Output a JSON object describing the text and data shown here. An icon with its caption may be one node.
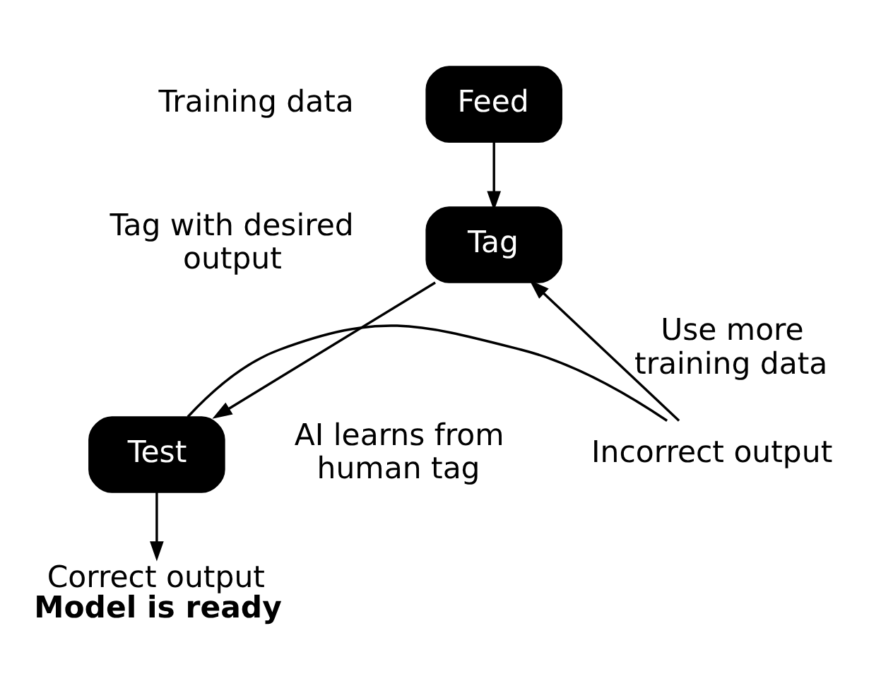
{
  "diagram": {
    "nodes": [
      {
        "text": [
          "Feed"
        ],
        "beside": [
          "Training data"
        ]
      },
      {
        "text": [
          "Tag"
        ],
        "beside": [
          "Tag with desired output"
        ]
      },
      {
        "text": [
          "Test"
        ],
        "beside": [
          "AI learns from human tag"
        ]
      },
      {
        "text": [
          "Incorrect output"
        ]
      },
      {
        "text": [
          "Correct output",
          "Model is ready"
        ]
      }
    ],
    "edges": [
      {
        "from": 0,
        "to": 1,
        "arrow": "to"
      },
      {
        "from": 1,
        "to": 2,
        "arrow": "to"
      },
      {
        "from": 2,
        "to": 3,
        "arrow": "none"
      },
      {
        "from": 3,
        "to": 1,
        "arrow": "to",
        "label": "Use more training data"
      },
      {
        "from": 2,
        "to": 4,
        "arrow": "to"
      }
    ]
  }
}
